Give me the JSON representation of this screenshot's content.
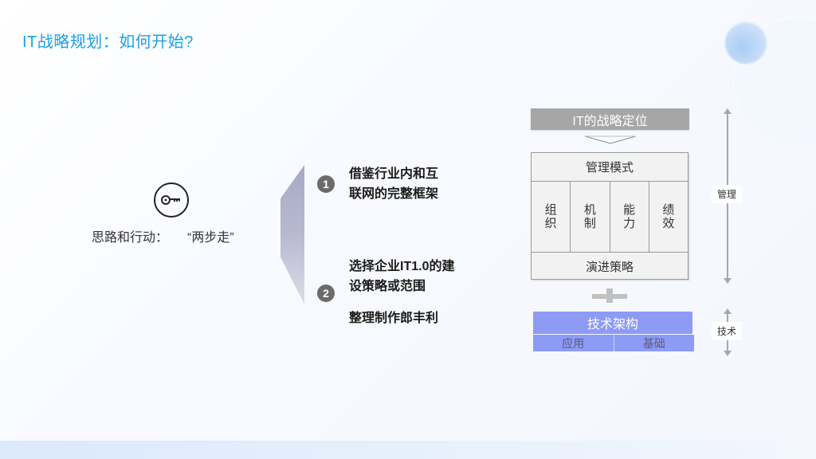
{
  "title": "IT战略规划：如何开始?",
  "left": {
    "icon": "key-icon",
    "caption": "思路和行动：",
    "caption_quote": "“两步走”"
  },
  "steps": [
    {
      "number": "1",
      "line1": "借鉴行业内和互",
      "line2": "联网的完整框架"
    },
    {
      "number": "2",
      "line1": "选择企业IT1.0的建",
      "line2": "设策略或范围"
    }
  ],
  "credit": "整理制作郎丰利",
  "diagram": {
    "header": "IT的战略定位",
    "management": {
      "top": "管理模式",
      "columns": [
        "组织",
        "机制",
        "能力",
        "绩效"
      ],
      "bottom": "演进策略"
    },
    "tech": {
      "header": "技术架构",
      "sub": [
        "应用",
        "基础"
      ]
    },
    "side_labels": {
      "management": "管理",
      "tech": "技术"
    }
  },
  "colors": {
    "title": "#1aa0e8",
    "gray_header": "#a6a6a6",
    "tech_blue": "#8d9bf5"
  }
}
